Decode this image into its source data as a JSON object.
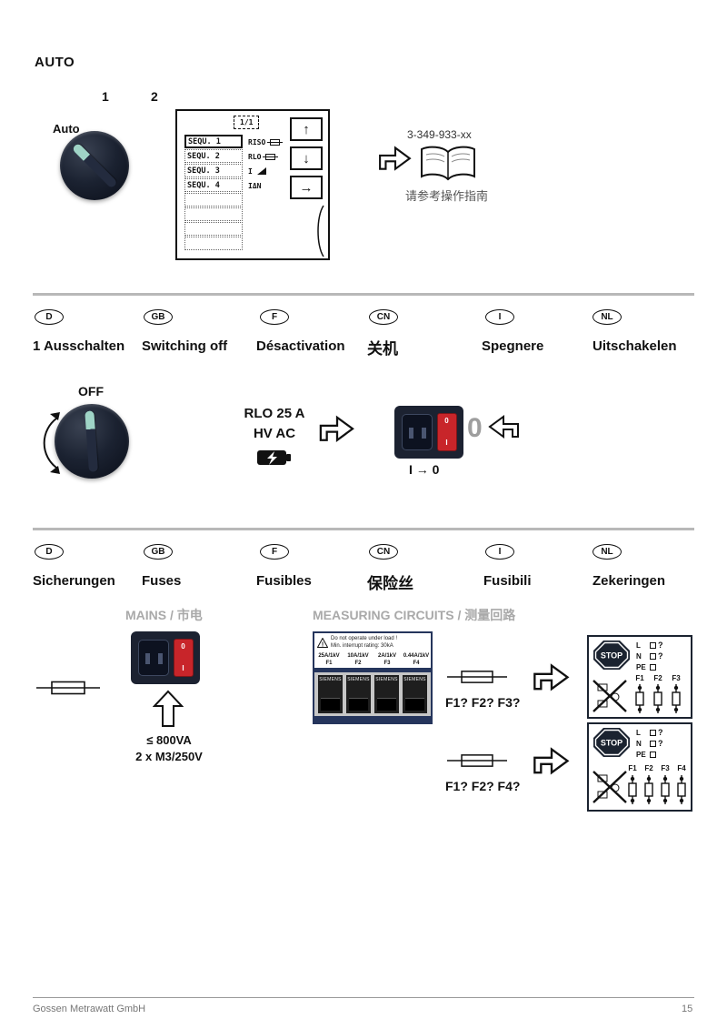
{
  "colors": {
    "switch_red": "#c8252a",
    "panel_navy": "#25355c",
    "knob_dark": "#1b2231",
    "muted_gray": "#a9a9a9"
  },
  "auto": {
    "title": "AUTO",
    "step1": "1",
    "step2": "2",
    "knob_label": "Auto",
    "display": {
      "page": "1/1",
      "rows": [
        {
          "label": "SEQU. 1",
          "meas": "RISO"
        },
        {
          "label": "SEQU. 2",
          "meas": "RLO"
        },
        {
          "label": "SEQU. 3",
          "meas": "I"
        },
        {
          "label": "SEQU. 4",
          "meas": "IΔN"
        }
      ],
      "buttons": [
        "↑",
        "↓",
        "→"
      ]
    },
    "manual_code": "3-349-933-xx",
    "manual_note": "请参考操作指南"
  },
  "power_off": {
    "langs": [
      "D",
      "GB",
      "F",
      "CN",
      "I",
      "NL"
    ],
    "headings": [
      "1 Ausschalten",
      "Switching off",
      "Désactivation",
      "关机",
      "Spegnere",
      "Uitschakelen"
    ],
    "knob_label": "OFF",
    "spec_line1": "RLO 25 A",
    "spec_line2": "HV AC",
    "big_zero": "0",
    "formula": "I → 0"
  },
  "inlet": {
    "rocker_top": "0",
    "rocker_bottom": "I"
  },
  "fuses": {
    "langs": [
      "D",
      "GB",
      "F",
      "CN",
      "I",
      "NL"
    ],
    "headings": [
      "Sicherungen",
      "Fuses",
      "Fusibles",
      "保险丝",
      "Fusibili",
      "Zekeringen"
    ],
    "mains_title": "MAINS / 市电",
    "measuring_title": "MEASURING CIRCUITS / 测量回路",
    "mains_rating": "≤ 800VA",
    "mains_fuse": "2 x M3/250V",
    "panel": {
      "warning_symbol": "!",
      "warning_line1": "Do not operate under load !",
      "warning_line2": "Min. interrupt rating: 30kA",
      "ratings": [
        "25A/1kV",
        "10A/1kV",
        "2A/1kV",
        "0.44A/1kV"
      ],
      "fuse_ids": [
        "F1",
        "F2",
        "F3",
        "F4"
      ],
      "brand": "SIEMENS"
    },
    "question1": "F1? F2? F3?",
    "question2": "F1? F2? F4?",
    "diagram1": {
      "stop": "STOP",
      "terminals": [
        "L",
        "N",
        "PE"
      ],
      "qmark": "?",
      "fuse_ids": [
        "F1",
        "F2",
        "F3"
      ]
    },
    "diagram2": {
      "stop": "STOP",
      "terminals": [
        "L",
        "N",
        "PE"
      ],
      "qmark": "?",
      "fuse_ids": [
        "F1",
        "F2",
        "F3",
        "F4"
      ]
    }
  },
  "footer": {
    "company": "Gossen Metrawatt GmbH",
    "page": "15"
  }
}
